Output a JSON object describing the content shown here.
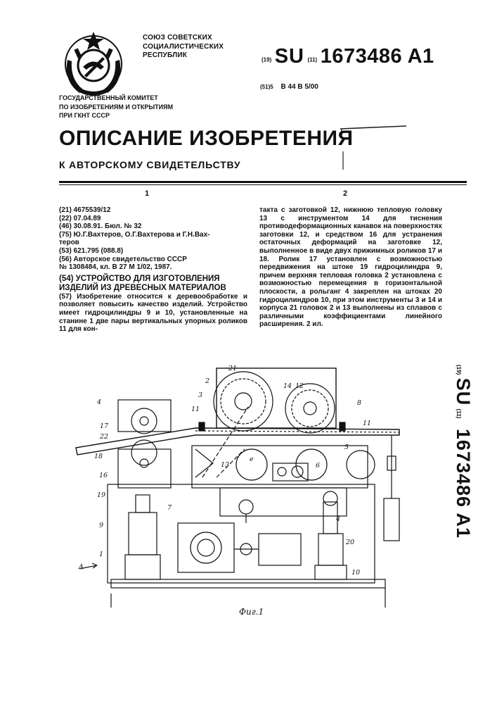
{
  "header": {
    "org_lines": [
      "СОЮЗ СОВЕТСКИХ",
      "СОЦИАЛИСТИЧЕСКИХ",
      "РЕСПУБЛИК"
    ],
    "inid_19": "(19)",
    "country": "SU",
    "inid_11": "(11)",
    "patent_number": "1673486 A1",
    "inid_51": "(51)5",
    "ipc": "B 44 B 5/00",
    "committee_lines": [
      "ГОСУДАРСТВЕННЫЙ КОМИТЕТ",
      "ПО ИЗОБРЕТЕНИЯМ И ОТКРЫТИЯМ",
      "ПРИ ГКНТ СССР"
    ],
    "title": "ОПИСАНИЕ ИЗОБРЕТЕНИЯ",
    "subtitle": "К АВТОРСКОМУ СВИДЕТЕЛЬСТВУ"
  },
  "columns": {
    "col1_number": "1",
    "col2_number": "2"
  },
  "biblio": {
    "f21": "(21) 4675539/12",
    "f22": "(22) 07.04.89",
    "f46": "(46) 30.08.91. Бюл. № 32",
    "f75_line1": "(75) Ю.Г.Вахтеров, О.Г.Вахтерова и Г.Н.Вах-",
    "f75_line2": "теров",
    "f53": "(53) 621.795 (088.8)",
    "f56_line1": "(56) Авторское свидетельство СССР",
    "f56_line2": "№ 1308484, кл. В 27 М 1/02, 1987.",
    "f54_line1": "(54) УСТРОЙСТВО ДЛЯ ИЗГОТОВЛЕНИЯ",
    "f54_line2": "ИЗДЕЛИЙ ИЗ ДРЕВЕСНЫХ МАТЕРИАЛОВ"
  },
  "abstract": {
    "col1_text": "(57) Изобретение относится к деревообработке и позволяет повысить качество изделий. Устройство имеет гидроцилиндры 9 и 10, установленные на станине 1 две пары вертикальных упорных роликов 11 для кон-",
    "col2_text": "такта с заготовкой 12, нижнюю тепловую головку 13 с инструментом 14 для тиснения противодеформационных канавок на поверхностях заготовки 12, и средством 16 для устранения остаточных деформаций на заготовке 12, выполненное в виде двух прижимных роликов 17 и 18. Ролик 17 установлен с возможностью передвижения на штоке 19 гидроцилиндра 9, причем верхняя тепловая головка 2 установлена с возможностью перемещения в горизонтальной плоскости, а рольганг 4 закреплен на штоках 20 гидроцилиндров 10, при этом инструменты 3 и 14 и корпуса 21 головок 2 и 13 выполнены из сплавов с различными коэффициентами линейного расширения. 2 ил."
  },
  "side_number": {
    "inid_19": "(19)",
    "country": "SU",
    "inid_11": "(11)",
    "number": "1673486 A1"
  },
  "figure": {
    "caption": "Фиг.1",
    "labels": [
      "21",
      "2",
      "3",
      "14",
      "12",
      "8",
      "4",
      "11",
      "11",
      "17",
      "22",
      "18",
      "16",
      "13",
      "e",
      "6",
      "5",
      "19",
      "9",
      "7",
      "4",
      "20",
      "A",
      "1",
      "10"
    ]
  }
}
